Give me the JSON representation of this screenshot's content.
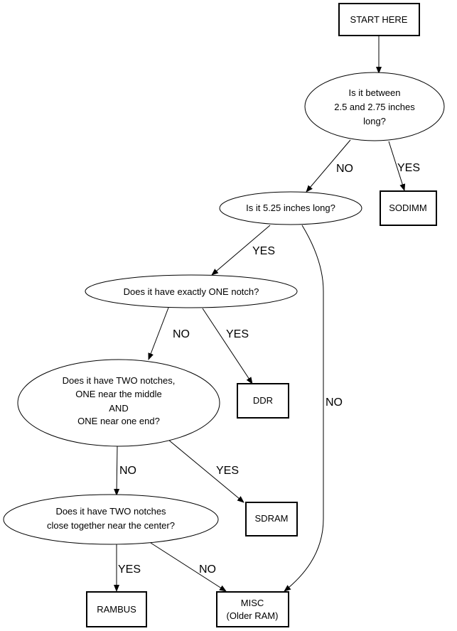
{
  "nodes": {
    "start": "START HERE",
    "q1": [
      "Is it between",
      "2.5 and 2.75 inches",
      "long?"
    ],
    "sodimm": "SODIMM",
    "q2": "Is it 5.25 inches long?",
    "q3": "Does it have exactly ONE notch?",
    "ddr": "DDR",
    "q4": [
      "Does it have TWO notches,",
      "ONE near the middle",
      "AND",
      "ONE near one end?"
    ],
    "sdram": "SDRAM",
    "q5": [
      "Does it have TWO notches",
      "close together near the center?"
    ],
    "rambus": "RAMBUS",
    "misc": [
      "MISC",
      "(Older RAM)"
    ]
  },
  "edges": {
    "q1_no": "NO",
    "q1_yes": "YES",
    "q2_yes": "YES",
    "q2_no": "NO",
    "q3_no": "NO",
    "q3_yes": "YES",
    "q4_no": "NO",
    "q4_yes": "YES",
    "q5_yes": "YES",
    "q5_no": "NO"
  }
}
